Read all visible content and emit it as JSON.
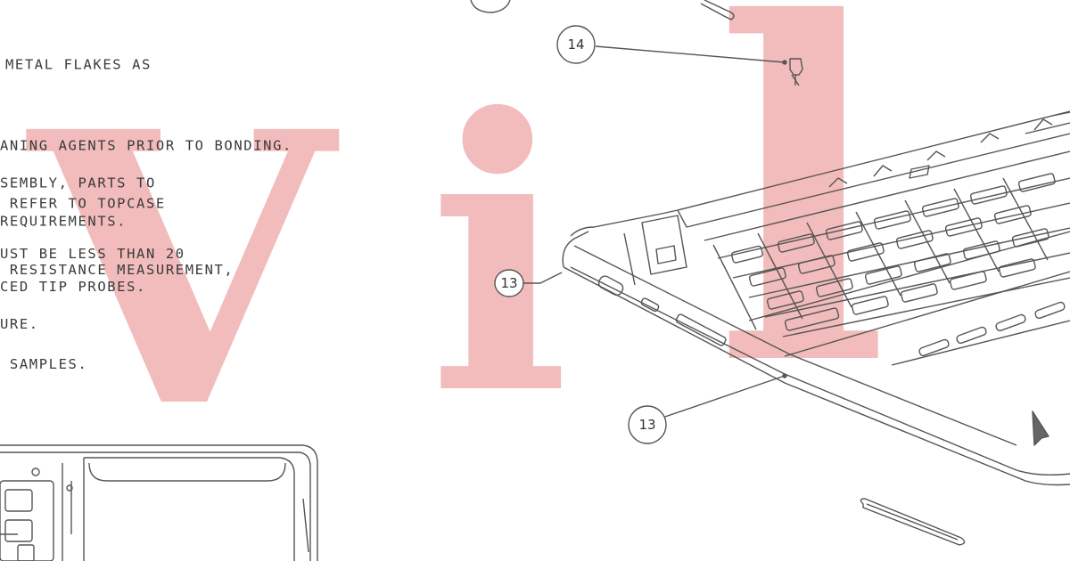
{
  "watermark": {
    "letters": [
      "V",
      "i",
      "l"
    ],
    "color": "#f2bcbc"
  },
  "notes": [
    "METAL FLAKES AS",
    "ANING AGENTS PRIOR TO BONDING.",
    "SEMBLY, PARTS TO",
    " REFER TO TOPCASE",
    "REQUIREMENTS.",
    "UST BE LESS THAN 20",
    " RESISTANCE MEASUREMENT,",
    "CED TIP PROBES.",
    "URE.",
    " SAMPLES."
  ],
  "callouts": [
    {
      "id": "callout-14",
      "label": "14"
    },
    {
      "id": "callout-13-left",
      "label": "13"
    },
    {
      "id": "callout-13-bottom",
      "label": "13"
    }
  ],
  "colors": {
    "line": "#555555",
    "ink": "#3a3a3a"
  }
}
